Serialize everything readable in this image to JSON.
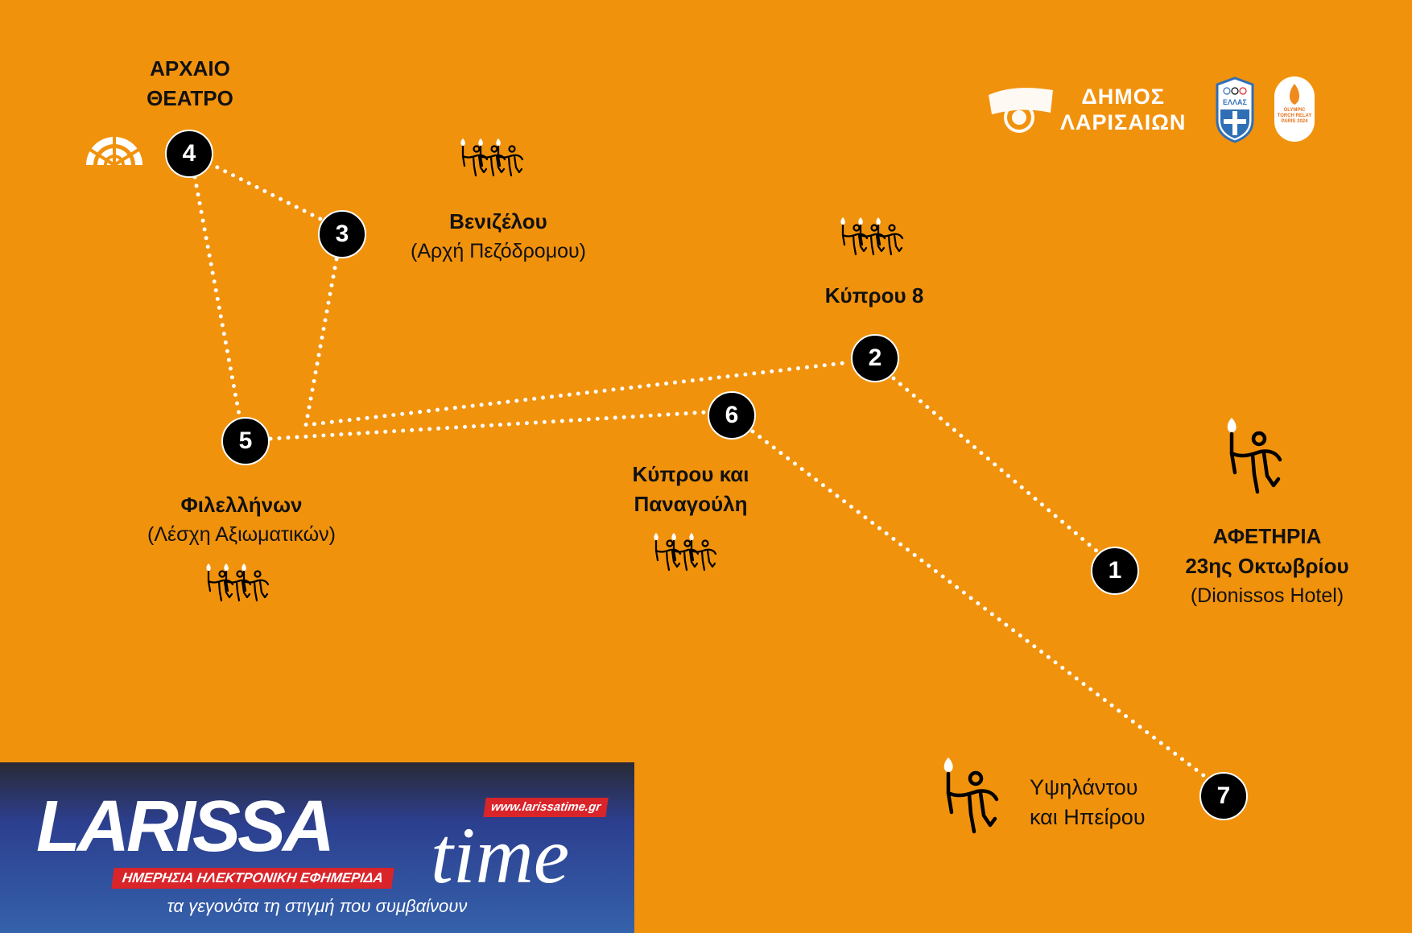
{
  "colors": {
    "background": "#F1920D",
    "marker": "#000000",
    "route": "#FFFFFF"
  },
  "stops": [
    {
      "number": "1",
      "title": "ΑΦΕΤΗΡΙΑ",
      "subtitle": "23ης Οκτωβρίου",
      "note": "(Dionissos Hotel)"
    },
    {
      "number": "2",
      "title": "Κύπρου 8"
    },
    {
      "number": "3",
      "title": "Βενιζέλου",
      "note": "(Αρχή Πεζόδρομου)"
    },
    {
      "number": "4",
      "title_line1": "ΑΡΧΑΙΟ",
      "title_line2": "ΘΕΑΤΡΟ"
    },
    {
      "number": "5",
      "title": "Φιλελλήνων",
      "note": "(Λέσχη Αξιωματικών)"
    },
    {
      "number": "6",
      "title_line1": "Κύπρου και",
      "title_line2": "Παναγούλη"
    },
    {
      "number": "7",
      "title_line1": "Υψηλάντου",
      "title_line2": "και Ηπείρου"
    }
  ],
  "logos": {
    "municipality_line1": "ΔΗΜΟΣ",
    "municipality_line2": "ΛΑΡΙΣΑΙΩΝ",
    "shield_text": "ΕΛΛΑΣ",
    "torch_badge": "OLYMPIC TORCH RELAY PARIS 2024"
  },
  "banner": {
    "logo_main": "LARISSA",
    "logo_time": "time",
    "url": "www.larissatime.gr",
    "subtitle": "ΗΜΕΡΗΣΙΑ ΗΛΕΚΤΡΟΝΙΚΗ ΕΦΗΜΕΡΙΔΑ",
    "tagline": "τα γεγονότα τη στιγμή που συμβαίνουν"
  }
}
